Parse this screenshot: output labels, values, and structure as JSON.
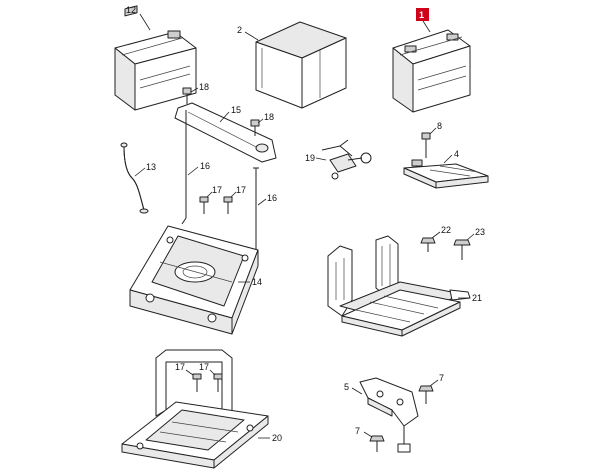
{
  "callouts": {
    "c1": "1",
    "c2": "2",
    "c4": "4",
    "c5": "5",
    "c7a": "7",
    "c7b": "7",
    "c8": "8",
    "c12": "12",
    "c13": "13",
    "c14": "14",
    "c15": "15",
    "c16a": "16",
    "c16b": "16",
    "c17a": "17",
    "c17b": "17",
    "c17c": "17",
    "c17d": "17",
    "c18a": "18",
    "c18b": "18",
    "c19": "19",
    "c20": "20",
    "c21": "21",
    "c22": "22",
    "c23": "23"
  },
  "colors": {
    "highlight": "#d0021b",
    "line": "#222222",
    "background": "#ffffff"
  }
}
